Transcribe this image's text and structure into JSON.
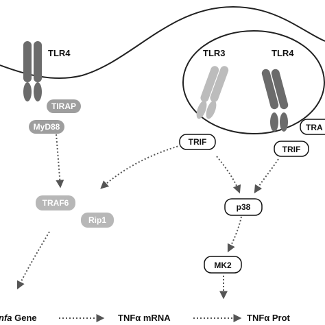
{
  "receptors": {
    "tlr4_left": "TLR4",
    "tlr3": "TLR3",
    "tlr4_endosome": "TLR4"
  },
  "adaptors": {
    "tirap": "TIRAP",
    "myd88": "MyD88",
    "trif_tlr3": "TRIF",
    "trif_tlr4": "TRIF",
    "tram_partial": "TRA"
  },
  "signaling": {
    "traf6": "TRAF6",
    "rip1": "Rip1",
    "p38": "p38",
    "mk2": "MK2"
  },
  "outputs": {
    "gene_italic": "nfa",
    "gene_word": " Gene",
    "mrna": "TNFα mRNA",
    "protein": "TNFα Prot"
  },
  "colors": {
    "receptor_dark": "#6b6b6b",
    "receptor_light": "#bcbcbc",
    "adaptor_fill": "#9e9e9e",
    "adaptor_light": "#b7b7b7",
    "box_stroke": "#111111",
    "arrow": "#555555"
  }
}
